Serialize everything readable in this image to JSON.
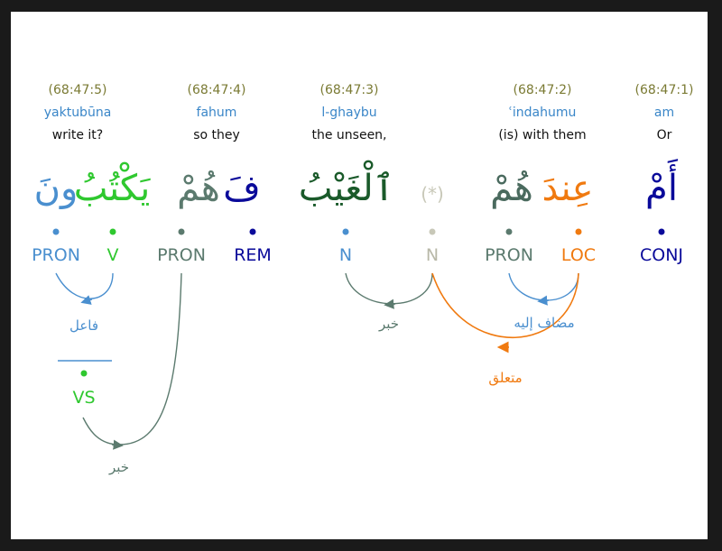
{
  "colors": {
    "blue": "#4a8fcf",
    "green": "#2fc82f",
    "darkblue": "#0a0a9a",
    "grayteal": "#5b7a6e",
    "orange": "#f07a10",
    "ghost": "#c8c8b8",
    "loc": "#7a7a33",
    "translit": "#3a86c8"
  },
  "tokens": [
    {
      "location": "(68:47:5)",
      "translit": "yaktubūna",
      "translation": "write it?"
    },
    {
      "location": "(68:47:4)",
      "translit": "fahum",
      "translation": "so they"
    },
    {
      "location": "(68:47:3)",
      "translit": "l-ghaybu",
      "translation": "the unseen,"
    },
    {
      "location": "(68:47:2)",
      "translit": "ʿindahumu",
      "translation": "(is) with them"
    },
    {
      "location": "(68:47:1)",
      "translit": "am",
      "translation": "Or"
    }
  ],
  "words": {
    "w5_pron": "ونَ",
    "w5_verb": "يَكْتُبُ",
    "w4_pron": "هُمْ",
    "w4_rem": "فَ",
    "w3": "ٱلْغَيْبُ",
    "w2_pron": "هُمْ",
    "w2_loc": "عِندَ",
    "w1": "أَمْ"
  },
  "ghost": "(*)",
  "pos": {
    "pron5": "PRON",
    "v5": "V",
    "pron4": "PRON",
    "rem4": "REM",
    "n3": "N",
    "nghost": "N",
    "pron2": "PRON",
    "loc2": "LOC",
    "conj1": "CONJ",
    "vs": "VS"
  },
  "relations": {
    "faail": "فاعل",
    "khabar1": "خبر",
    "mudaf": "مضاف إليه",
    "mutaallaq": "متعلق",
    "khabar2": "خبر"
  }
}
